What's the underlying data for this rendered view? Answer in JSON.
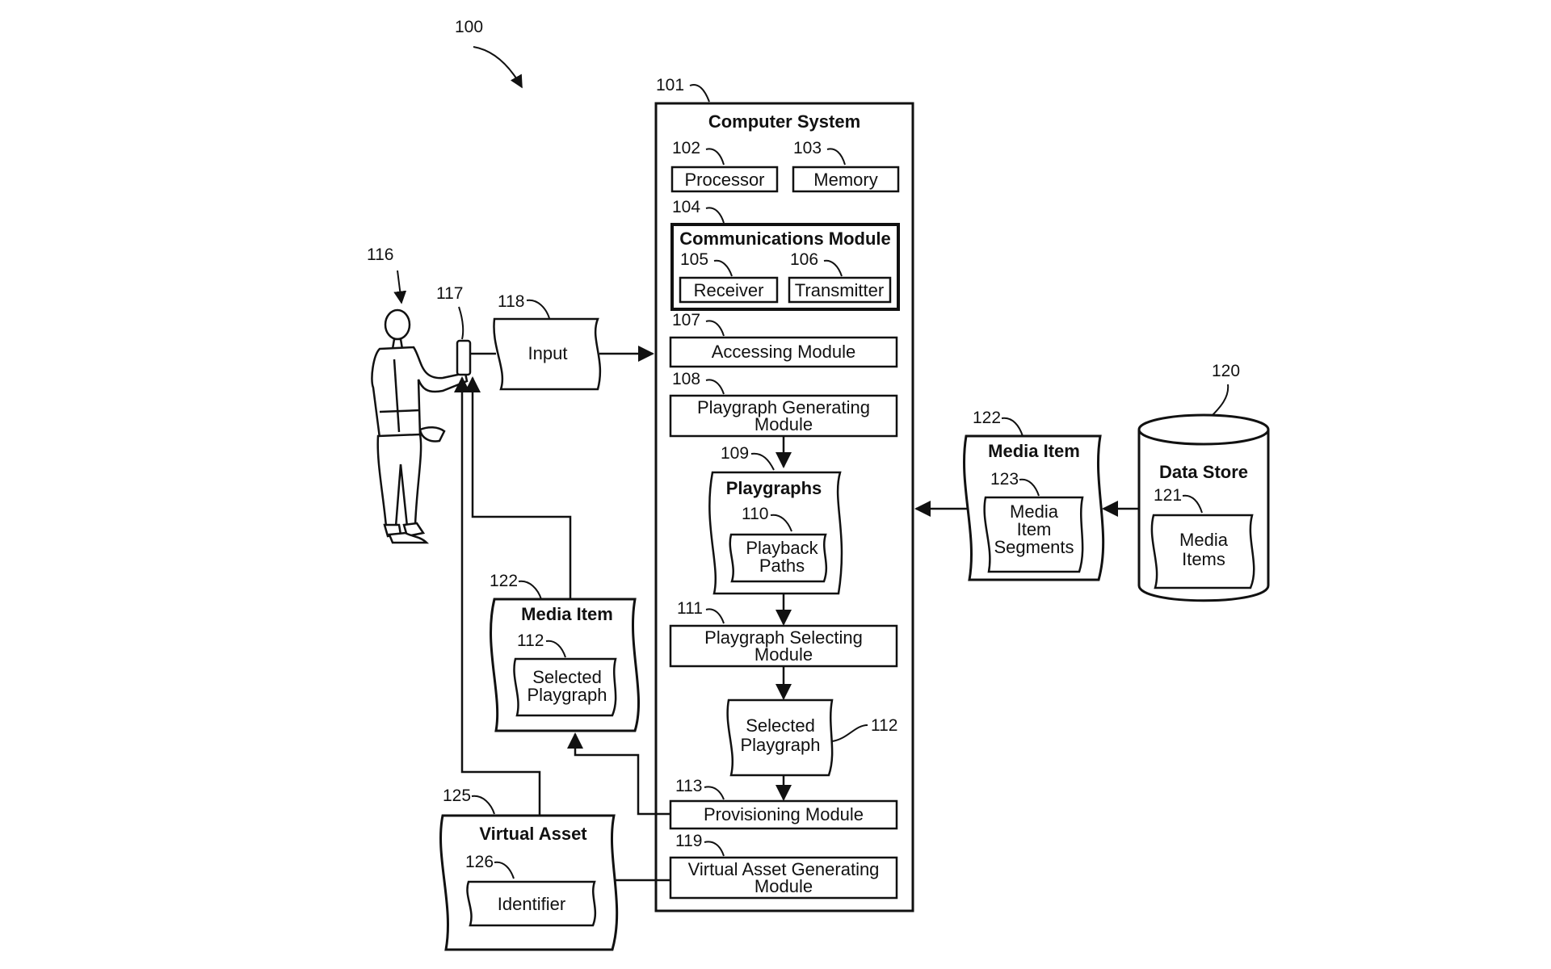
{
  "figure": {
    "ref": "100"
  },
  "computer_system": {
    "ref": "101",
    "title": "Computer System",
    "processor": {
      "ref": "102",
      "label": "Processor"
    },
    "memory": {
      "ref": "103",
      "label": "Memory"
    },
    "communications": {
      "ref": "104",
      "title": "Communications Module",
      "receiver": {
        "ref": "105",
        "label": "Receiver"
      },
      "transmitter": {
        "ref": "106",
        "label": "Transmitter"
      }
    },
    "accessing": {
      "ref": "107",
      "label": "Accessing Module"
    },
    "playgraph_generating": {
      "ref": "108",
      "line1": "Playgraph Generating",
      "line2": "Module"
    },
    "playgraphs": {
      "ref": "109",
      "title": "Playgraphs",
      "paths_ref": "110",
      "paths_line1": "Playback",
      "paths_line2": "Paths"
    },
    "playgraph_selecting": {
      "ref": "111",
      "line1": "Playgraph Selecting",
      "line2": "Module"
    },
    "selected_playgraph": {
      "ref": "112",
      "line1": "Selected",
      "line2": "Playgraph"
    },
    "provisioning": {
      "ref": "113",
      "label": "Provisioning Module"
    },
    "virtual_asset_generating": {
      "ref": "119",
      "line1": "Virtual Asset Generating",
      "line2": "Module"
    }
  },
  "user": {
    "ref": "116"
  },
  "device": {
    "ref": "117"
  },
  "input": {
    "ref": "118",
    "label": "Input"
  },
  "data_store": {
    "ref": "120",
    "title": "Data Store",
    "items_ref": "121",
    "items_line1": "Media",
    "items_line2": "Items"
  },
  "media_item_right": {
    "ref": "122",
    "title": "Media Item",
    "seg_ref": "123",
    "seg_line1": "Media",
    "seg_line2": "Item",
    "seg_line3": "Segments"
  },
  "media_item_left": {
    "ref": "122",
    "title": "Media Item",
    "sel_ref": "112",
    "sel_line1": "Selected",
    "sel_line2": "Playgraph"
  },
  "virtual_asset": {
    "ref": "125",
    "title": "Virtual Asset",
    "id_ref": "126",
    "id_label": "Identifier"
  }
}
